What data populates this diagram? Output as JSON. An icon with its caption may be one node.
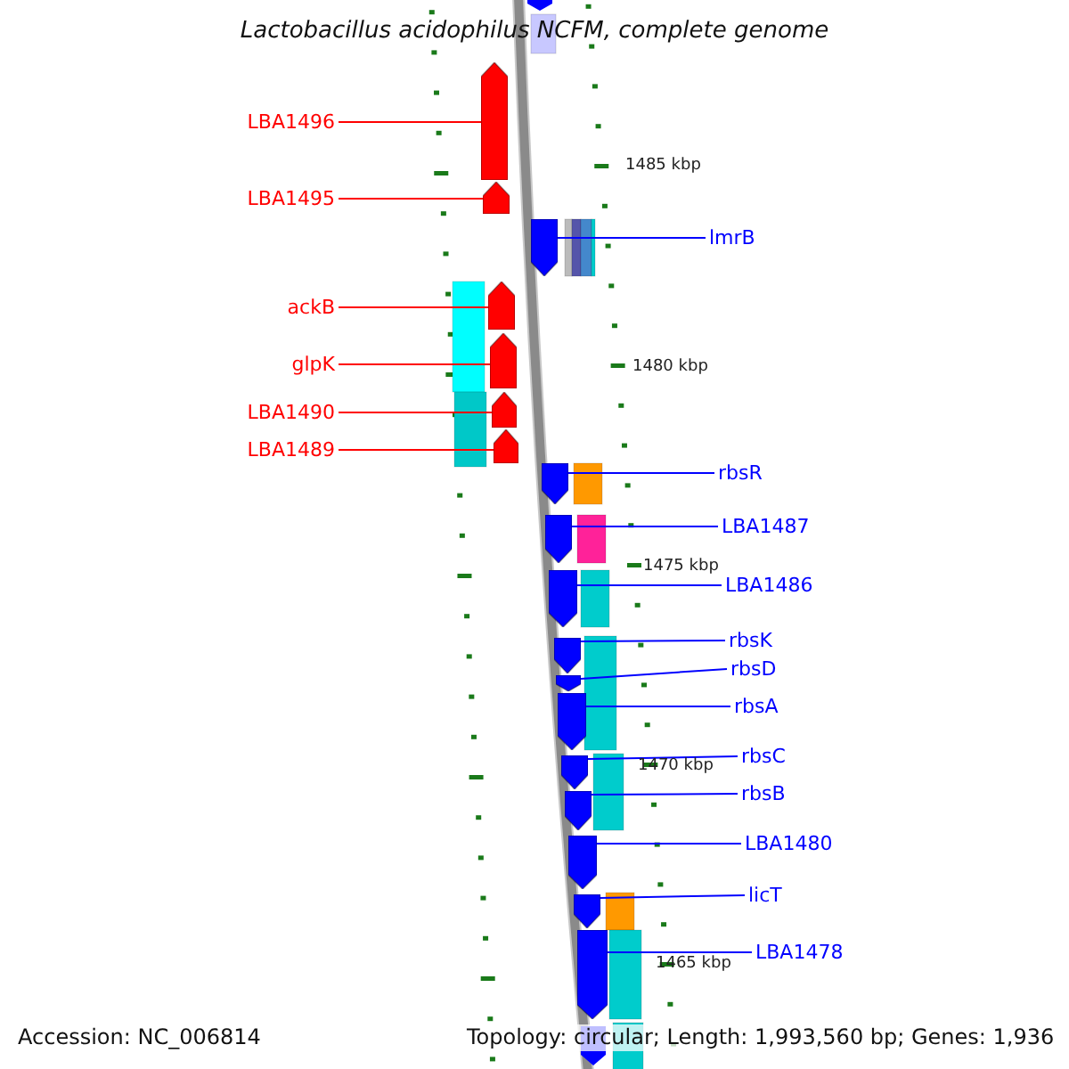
{
  "diagram": {
    "title": "Lactobacillus acidophilus NCFM, complete genome",
    "nodes": [
      {
        "text": [
          "LBA1496"
        ]
      },
      {
        "text": [],
        "shape": "arrow"
      },
      {
        "text": [
          "LBA1495"
        ]
      },
      {
        "text": [],
        "shape": "arrow"
      },
      {
        "text": [
          "ackB"
        ]
      },
      {
        "text": [],
        "shape": "arrow"
      },
      {
        "text": [
          "glpK"
        ]
      },
      {
        "text": [],
        "shape": "arrow"
      },
      {
        "text": [
          "LBA1490"
        ]
      },
      {
        "text": [],
        "shape": "arrow"
      },
      {
        "text": [
          "LBA1489"
        ]
      },
      {
        "text": [],
        "shape": "arrow"
      },
      {
        "text": [
          "lmrB"
        ]
      },
      {
        "text": [],
        "shape": "arrow"
      },
      {
        "text": [
          "rbsR"
        ]
      },
      {
        "text": [],
        "shape": "arrow"
      },
      {
        "text": [
          "LBA1487"
        ]
      },
      {
        "text": [],
        "shape": "arrow"
      },
      {
        "text": [
          "LBA1486"
        ]
      },
      {
        "text": [],
        "shape": "arrow"
      },
      {
        "text": [
          "rbsK"
        ]
      },
      {
        "text": [],
        "shape": "arrow"
      },
      {
        "text": [
          "rbsD"
        ]
      },
      {
        "text": [],
        "shape": "arrow"
      },
      {
        "text": [
          "rbsA"
        ]
      },
      {
        "text": [],
        "shape": "arrow"
      },
      {
        "text": [
          "rbsC"
        ]
      },
      {
        "text": [],
        "shape": "arrow"
      },
      {
        "text": [
          "rbsB"
        ]
      },
      {
        "text": [],
        "shape": "arrow"
      },
      {
        "text": [
          "LBA1480"
        ]
      },
      {
        "text": [],
        "shape": "arrow"
      },
      {
        "text": [
          "licT"
        ]
      },
      {
        "text": [],
        "shape": "arrow"
      },
      {
        "text": [
          "LBA1478"
        ]
      },
      {
        "text": [],
        "shape": "arrow"
      }
    ],
    "edges": [
      {
        "from": 0,
        "to": 1,
        "arrow": "none",
        "color": "#ff0000"
      },
      {
        "from": 2,
        "to": 3,
        "arrow": "none",
        "color": "#ff0000"
      },
      {
        "from": 4,
        "to": 5,
        "arrow": "none",
        "color": "#ff0000"
      },
      {
        "from": 6,
        "to": 7,
        "arrow": "none",
        "color": "#ff0000"
      },
      {
        "from": 8,
        "to": 9,
        "arrow": "none",
        "color": "#ff0000"
      },
      {
        "from": 10,
        "to": 11,
        "arrow": "none",
        "color": "#ff0000"
      },
      {
        "from": 12,
        "to": 13,
        "arrow": "none"
      },
      {
        "from": 14,
        "to": 15,
        "arrow": "none"
      },
      {
        "from": 16,
        "to": 17,
        "arrow": "none"
      },
      {
        "from": 18,
        "to": 19,
        "arrow": "none"
      },
      {
        "from": 20,
        "to": 21,
        "arrow": "none"
      },
      {
        "from": 22,
        "to": 23,
        "arrow": "none"
      },
      {
        "from": 24,
        "to": 25,
        "arrow": "none"
      },
      {
        "from": 26,
        "to": 27,
        "arrow": "none"
      },
      {
        "from": 28,
        "to": 29,
        "arrow": "none"
      },
      {
        "from": 30,
        "to": 31,
        "arrow": "none"
      },
      {
        "from": 32,
        "to": 33,
        "arrow": "none"
      },
      {
        "from": 34,
        "to": 35,
        "arrow": "none"
      }
    ],
    "labels": [
      "1485 kbp",
      "1480 kbp",
      "1475 kbp",
      "1470 kbp",
      "1465 kbp",
      "Accession: NC_006814",
      "Topology: circular; Length: 1,993,560 bp; Genes: 1,936"
    ]
  }
}
